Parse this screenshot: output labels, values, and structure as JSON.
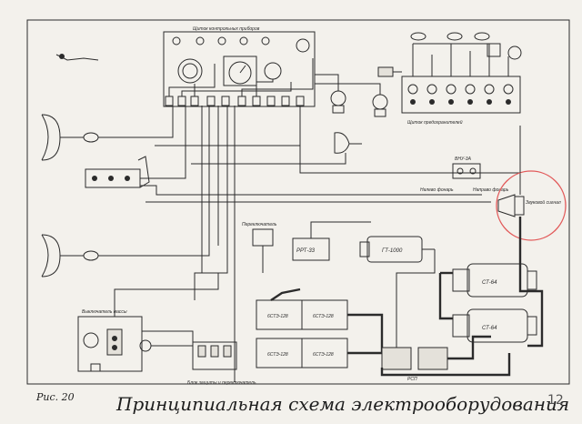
{
  "panel_labels": {
    "instrument_panel": "Щиток контрольных приборов",
    "fuse_box": "Щиток предохранителей",
    "ignition_panel": "Блок защиты и переключатель",
    "switch_panel": "Переключатель",
    "voltage_regulator": "РРТ-33",
    "generator": "ГТ-1000",
    "relay": "РСП",
    "vnu": "ВНУ-3А",
    "left_lamp": "Налево фонарь",
    "right_lamp": "Направо фонарь",
    "signal": "Звуковой сигнал",
    "mass_switch": "Выключатель массы"
  },
  "batteries": [
    "6СТЭ-128",
    "6СТЭ-128",
    "6СТЭ-128",
    "6СТЭ-128"
  ],
  "starters": [
    "СТ-64",
    "СТ-64"
  ],
  "fig_label": "Рис. 20",
  "title": "Принципиальная схема электрооборудования",
  "page_number": "12"
}
